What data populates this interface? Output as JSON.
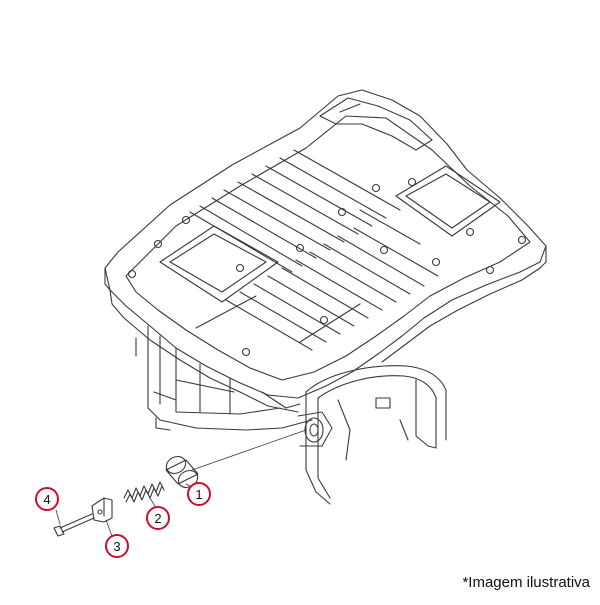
{
  "callouts": [
    {
      "label": "1"
    },
    {
      "label": "2"
    },
    {
      "label": "3"
    },
    {
      "label": "4"
    }
  ],
  "caption": "*Imagem ilustrativa",
  "colors": {
    "line": "#3a3a3a",
    "callout_ring": "#c8102e",
    "background": "#ffffff"
  }
}
